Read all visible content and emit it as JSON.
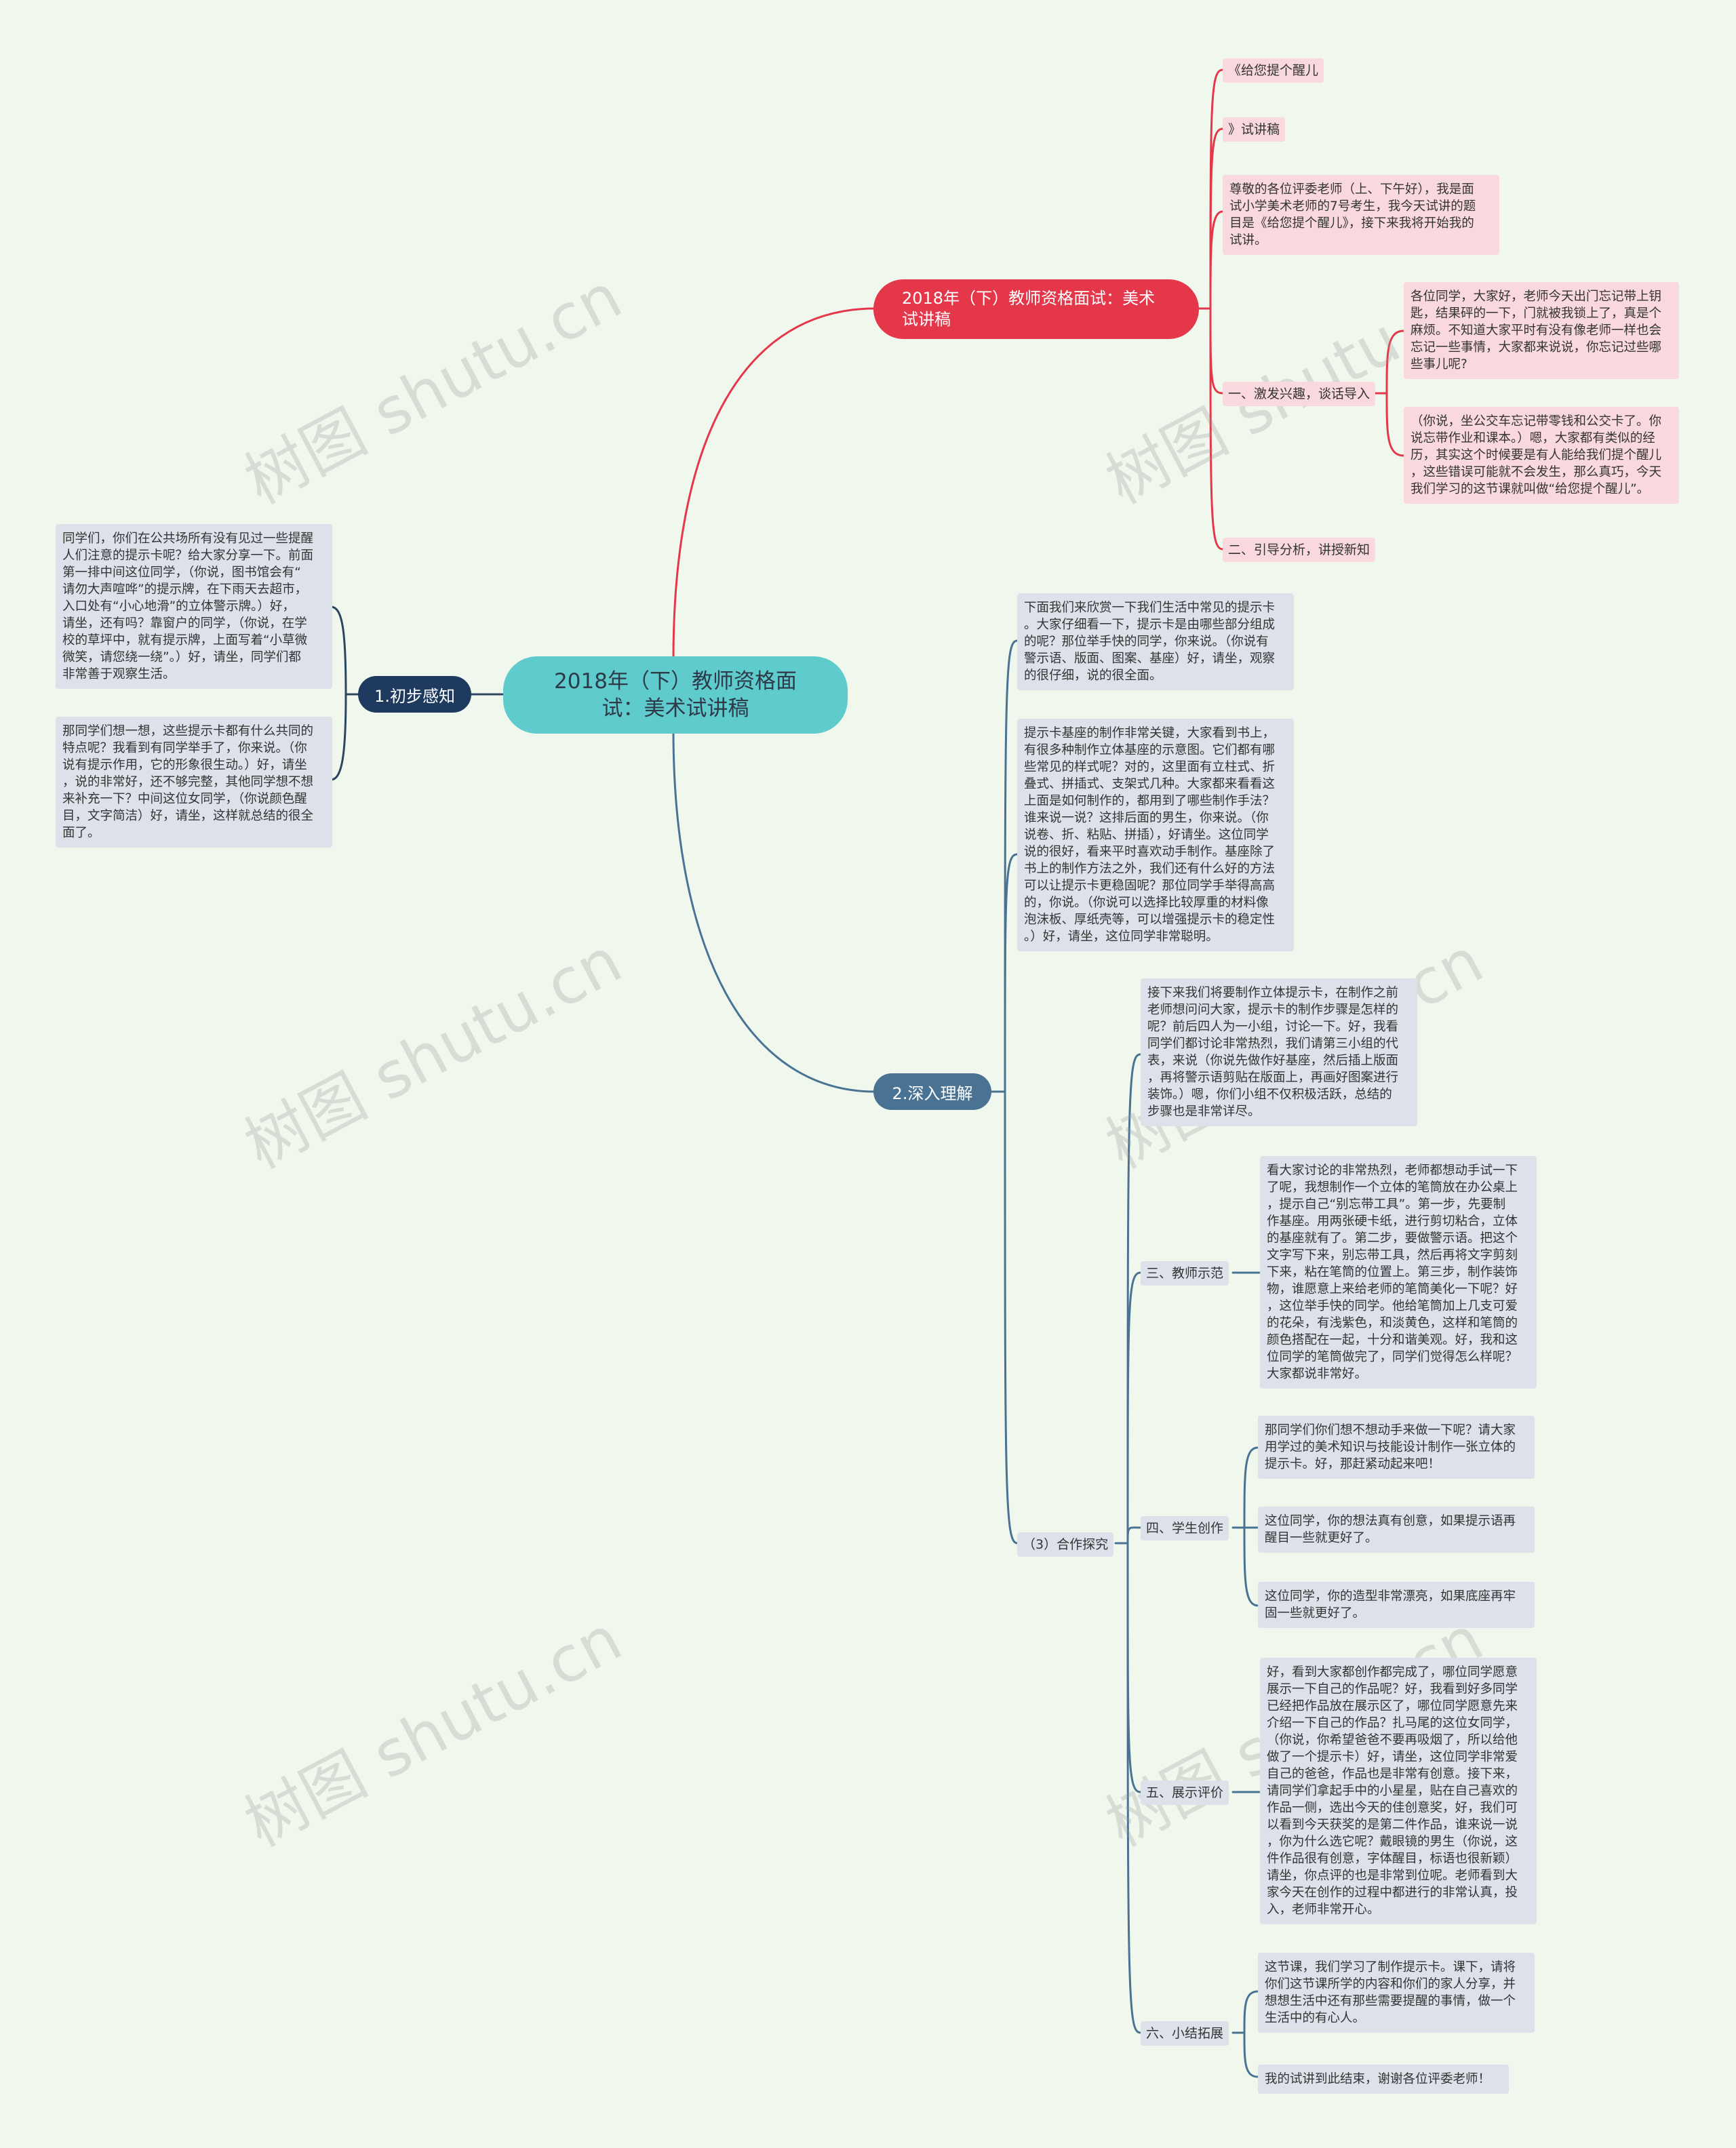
{
  "watermark": "树图 shutu.cn",
  "colors": {
    "background": "#f0f8ee",
    "root": "#5fcbcd",
    "branch_red": "#e5374a",
    "branch_dark": "#1e3a5f",
    "branch_blue": "#4a7393",
    "leaf_pink": "#f9d9de",
    "leaf_grey": "#dde2ea",
    "link_red": "#e5374a",
    "link_dark": "#2c4660",
    "link_blue": "#4a7393"
  },
  "root": {
    "title": "2018年（下）教师资格面\n试：美术试讲稿"
  },
  "branch_top": {
    "title": "2018年（下）教师资格面试：美术\n试讲稿",
    "items": {
      "title_part1": "《给您提个醒儿",
      "title_part2": "》试讲稿",
      "intro": "尊敬的各位评委老师（上、下午好），我是面\n试小学美术老师的7号考生，我今天试讲的题\n目是《给您提个醒儿》，接下来我将开始我的\n试讲。",
      "section1_label": "一、激发兴趣，谈话导入",
      "section1_text1": "各位同学，大家好，老师今天出门忘记带上钥\n匙，结果砰的一下，门就被我锁上了，真是个\n麻烦。不知道大家平时有没有像老师一样也会\n忘记一些事情，大家都来说说，你忘记过些哪\n些事儿呢?",
      "section1_text2": "（你说，坐公交车忘记带零钱和公交卡了。你\n说忘带作业和课本。）嗯，大家都有类似的经\n历，其实这个时候要是有人能给我们提个醒儿\n，这些错误可能就不会发生，那么真巧，今天\n我们学习的这节课就叫做“给您提个醒儿”。",
      "section2_label": "二、引导分析，讲授新知"
    }
  },
  "branch_left": {
    "title": "1.初步感知",
    "text1": "同学们，你们在公共场所有没有见过一些提醒\n人们注意的提示卡呢？给大家分享一下。前面\n第一排中间这位同学，（你说，图书馆会有“\n请勿大声喧哗”的提示牌，在下雨天去超市，\n入口处有“小心地滑”的立体警示牌。）好，\n请坐，还有吗？靠窗户的同学，（你说，在学\n校的草坪中，就有提示牌，上面写着“小草微\n微笑，请您绕一绕”。）好，请坐，同学们都\n非常善于观察生活。",
    "text2": "那同学们想一想，这些提示卡都有什么共同的\n特点呢？我看到有同学举手了，你来说。（你\n说有提示作用，它的形象很生动。）好，请坐\n，说的非常好，还不够完整，其他同学想不想\n来补充一下？中间这位女同学，（你说颜色醒\n目，文字简洁）好，请坐，这样就总结的很全\n面了。"
  },
  "branch_bottom": {
    "title": "2.深入理解",
    "text1": "下面我们来欣赏一下我们生活中常见的提示卡\n。大家仔细看一下，提示卡是由哪些部分组成\n的呢？那位举手快的同学，你来说。（你说有\n警示语、版面、图案、基座）好，请坐，观察\n的很仔细，说的很全面。",
    "text2": "提示卡基座的制作非常关键，大家看到书上，\n有很多种制作立体基座的示意图。它们都有哪\n些常见的样式呢？对的，这里面有立柱式、折\n叠式、拼插式、支架式几种。大家都来看看这\n上面是如何制作的，都用到了哪些制作手法？\n谁来说一说？这排后面的男生，你来说。（你\n说卷、折、粘贴、拼插），好请坐。这位同学\n说的很好，看来平时喜欢动手制作。基座除了\n书上的制作方法之外，我们还有什么好的方法\n可以让提示卡更稳固呢？那位同学手举得高高\n的，你说。（你说可以选择比较厚重的材料像\n泡沫板、厚纸壳等，可以增强提示卡的稳定性\n。）好，请坐，这位同学非常聪明。",
    "coop_label": "（3）合作探究",
    "coop_text": "接下来我们将要制作立体提示卡，在制作之前\n老师想问问大家，提示卡的制作步骤是怎样的\n呢？前后四人为一小组，讨论一下。好，我看\n同学们都讨论非常热烈，我们请第三小组的代\n表，来说（你说先做作好基座，然后插上版面\n，再将警示语剪贴在版面上，再画好图案进行\n装饰。）嗯，你们小组不仅积极活跃，总结的\n步骤也是非常详尽。",
    "demo_label": "三、教师示范",
    "demo_text": "看大家讨论的非常热烈，老师都想动手试一下\n了呢，我想制作一个立体的笔筒放在办公桌上\n，提示自己“别忘带工具”。第一步，先要制\n作基座。用两张硬卡纸，进行剪切粘合，立体\n的基座就有了。第二步，要做警示语。把这个\n文字写下来，别忘带工具，然后再将文字剪刻\n下来，粘在笔筒的位置上。第三步，制作装饰\n物，谁愿意上来给老师的笔筒美化一下呢？好\n，这位举手快的同学。他给笔筒加上几支可爱\n的花朵，有浅紫色，和淡黄色，这样和笔筒的\n颜色搭配在一起，十分和谐美观。好，我和这\n位同学的笔筒做完了，同学们觉得怎么样呢？\n大家都说非常好。",
    "create_label": "四、学生创作",
    "create_text1": "那同学们你们想不想动手来做一下呢？请大家\n用学过的美术知识与技能设计制作一张立体的\n提示卡。好，那赶紧动起来吧！",
    "create_text2": "这位同学，你的想法真有创意，如果提示语再\n醒目一些就更好了。",
    "create_text3": "这位同学，你的造型非常漂亮，如果底座再牢\n固一些就更好了。",
    "show_label": "五、展示评价",
    "show_text": "好，看到大家都创作都完成了，哪位同学愿意\n展示一下自己的作品呢？好，我看到好多同学\n已经把作品放在展示区了，哪位同学愿意先来\n介绍一下自己的作品？扎马尾的这位女同学，\n（你说，你希望爸爸不要再吸烟了，所以给他\n做了一个提示卡）好，请坐，这位同学非常爱\n自己的爸爸，作品也是非常有创意。接下来，\n请同学们拿起手中的小星星，贴在自己喜欢的\n作品一侧，选出今天的佳创意奖，好，我们可\n以看到今天获奖的是第二件作品，谁来说一说\n，你为什么选它呢？戴眼镜的男生（你说，这\n件作品很有创意，字体醒目，标语也很新颖）\n请坐，你点评的也是非常到位呢。老师看到大\n家今天在创作的过程中都进行的非常认真，投\n入，老师非常开心。",
    "summary_label": "六、小结拓展",
    "summary_text1": "这节课，我们学习了制作提示卡。课下，请将\n你们这节课所学的内容和你们的家人分享，并\n想想生活中还有那些需要提醒的事情，做一个\n生活中的有心人。",
    "summary_text2": "我的试讲到此结束，谢谢各位评委老师！"
  }
}
